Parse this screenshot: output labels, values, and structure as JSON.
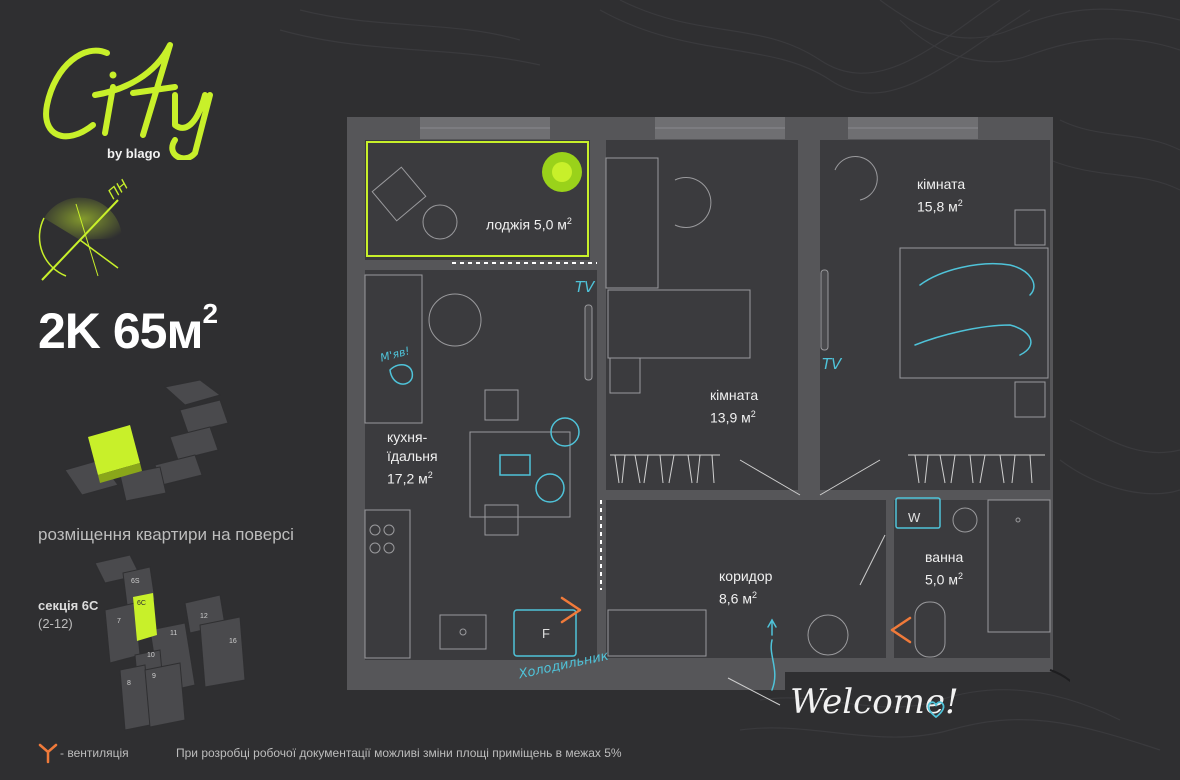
{
  "logo": {
    "brand": "City",
    "sub": "by blago"
  },
  "compass": {
    "label": "ПН"
  },
  "apartment": {
    "type": "2K",
    "area": "65м",
    "area_sup": "2"
  },
  "floor_caption": "розміщення квартири на поверсі",
  "section": {
    "label": "секція 6С",
    "floors": "(2-12)",
    "buildings": [
      "6S",
      "6С",
      "7",
      "11",
      "12",
      "16",
      "10",
      "9",
      "8"
    ]
  },
  "rooms": {
    "loggia": {
      "name": "лоджія 5,0 м",
      "sup": "2"
    },
    "room1": {
      "name": "кімната",
      "area": "15,8 м",
      "sup": "2"
    },
    "room2": {
      "name": "кімната",
      "area": "13,9 м",
      "sup": "2"
    },
    "kitchen": {
      "name1": "кухня-",
      "name2": "їдальня",
      "area": "17,2 м",
      "sup": "2"
    },
    "corridor": {
      "name": "коридор",
      "area": "8,6 м",
      "sup": "2"
    },
    "bath": {
      "name": "ванна",
      "area": "5,0 м",
      "sup": "2"
    }
  },
  "labels": {
    "tv": "TV",
    "fridge": "Холодильник",
    "fridge_f": "F",
    "washer": "W",
    "cat": "М'яв!",
    "welcome": "Welcome!"
  },
  "footer": {
    "vent": "- вентиляція",
    "disclaimer": "При розробці робочої документації можливі зміни площі приміщень в межах 5%"
  },
  "colors": {
    "accent": "#c8f02a",
    "cyan": "#4fc3d9",
    "orange": "#f07a3a",
    "bg": "#2f2f31",
    "floor": "#3b3b3e",
    "wall": "#565659"
  }
}
